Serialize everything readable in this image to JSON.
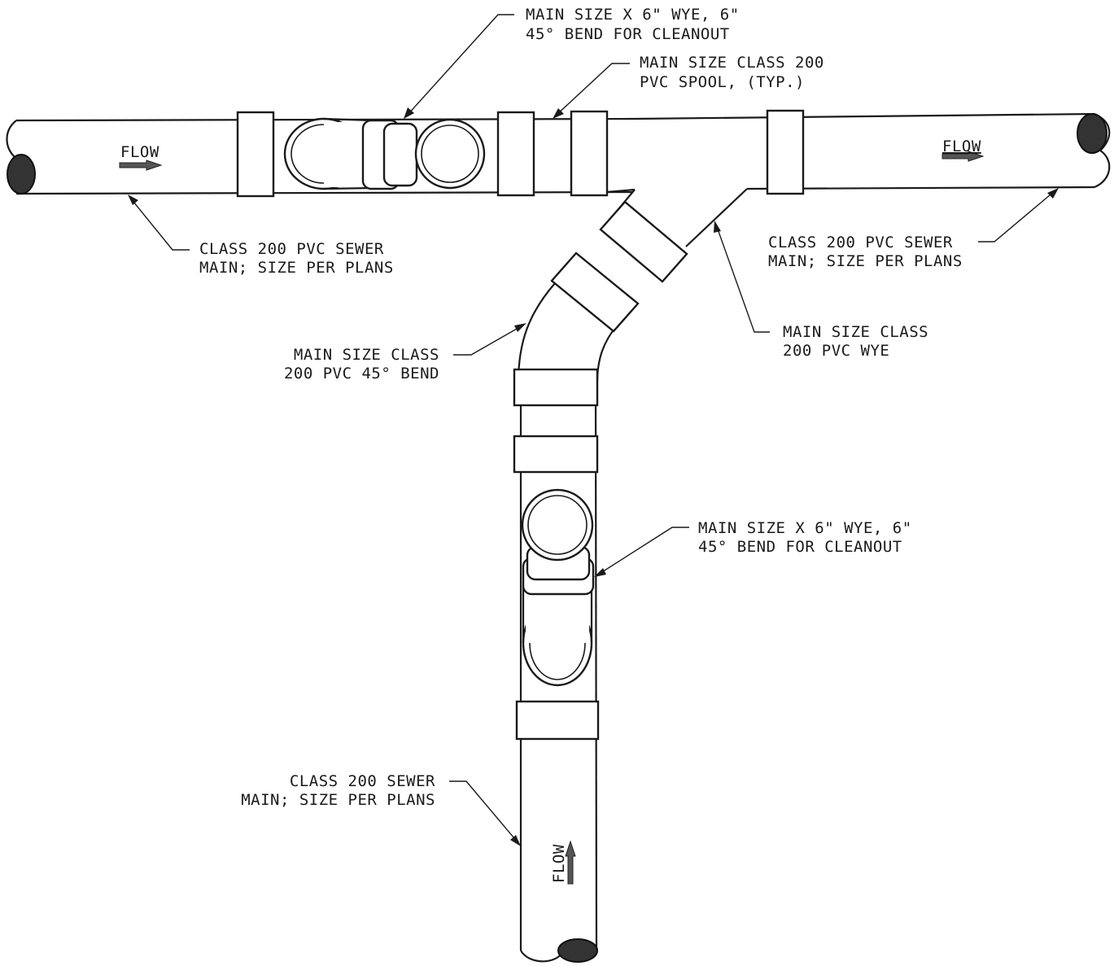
{
  "labels": {
    "top_cleanout": [
      "MAIN SIZE X 6\" WYE, 6\"",
      "45° BEND FOR CLEANOUT"
    ],
    "spool": [
      "MAIN SIZE CLASS 200",
      "PVC SPOOL, (TYP.)"
    ],
    "main_left": [
      "CLASS 200 PVC SEWER",
      "MAIN; SIZE PER PLANS"
    ],
    "main_right": [
      "CLASS 200 PVC SEWER",
      "MAIN; SIZE PER PLANS"
    ],
    "bend45": [
      "MAIN SIZE CLASS",
      "200 PVC 45° BEND"
    ],
    "wye": [
      "MAIN SIZE CLASS",
      "200 PVC WYE"
    ],
    "lower_cleanout": [
      "MAIN SIZE X 6\" WYE, 6\"",
      "45° BEND FOR CLEANOUT"
    ],
    "main_bottom": [
      "CLASS 200 SEWER",
      "MAIN; SIZE PER PLANS"
    ]
  },
  "flow_labels": {
    "left": "FLOW",
    "right": "FLOW",
    "bottom": "FLOW"
  }
}
